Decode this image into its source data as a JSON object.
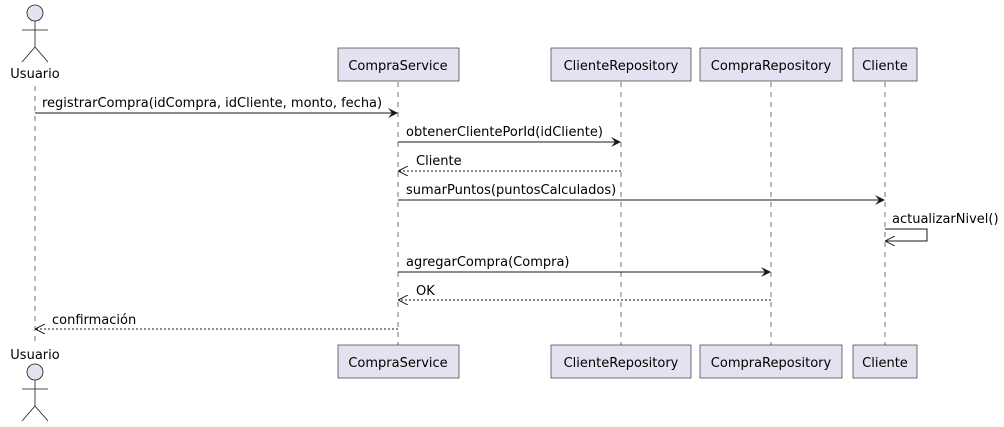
{
  "participants": {
    "usuario": "Usuario",
    "compra_service": "CompraService",
    "cliente_repository": "ClienteRepository",
    "compra_repository": "CompraRepository",
    "cliente": "Cliente"
  },
  "messages": [
    {
      "from": "usuario",
      "to": "compra_service",
      "label": "registrarCompra(idCompra, idCliente, monto, fecha)",
      "style": "solid"
    },
    {
      "from": "compra_service",
      "to": "cliente_repository",
      "label": "obtenerClientePorId(idCliente)",
      "style": "solid"
    },
    {
      "from": "cliente_repository",
      "to": "compra_service",
      "label": "Cliente",
      "style": "dashed"
    },
    {
      "from": "compra_service",
      "to": "cliente",
      "label": "sumarPuntos(puntosCalculados)",
      "style": "solid"
    },
    {
      "from": "cliente",
      "to": "cliente",
      "label": "actualizarNivel()",
      "style": "solid"
    },
    {
      "from": "compra_service",
      "to": "compra_repository",
      "label": "agregarCompra(Compra)",
      "style": "solid"
    },
    {
      "from": "compra_repository",
      "to": "compra_service",
      "label": "OK",
      "style": "dashed"
    },
    {
      "from": "compra_service",
      "to": "usuario",
      "label": "confirmación",
      "style": "dashed"
    }
  ]
}
